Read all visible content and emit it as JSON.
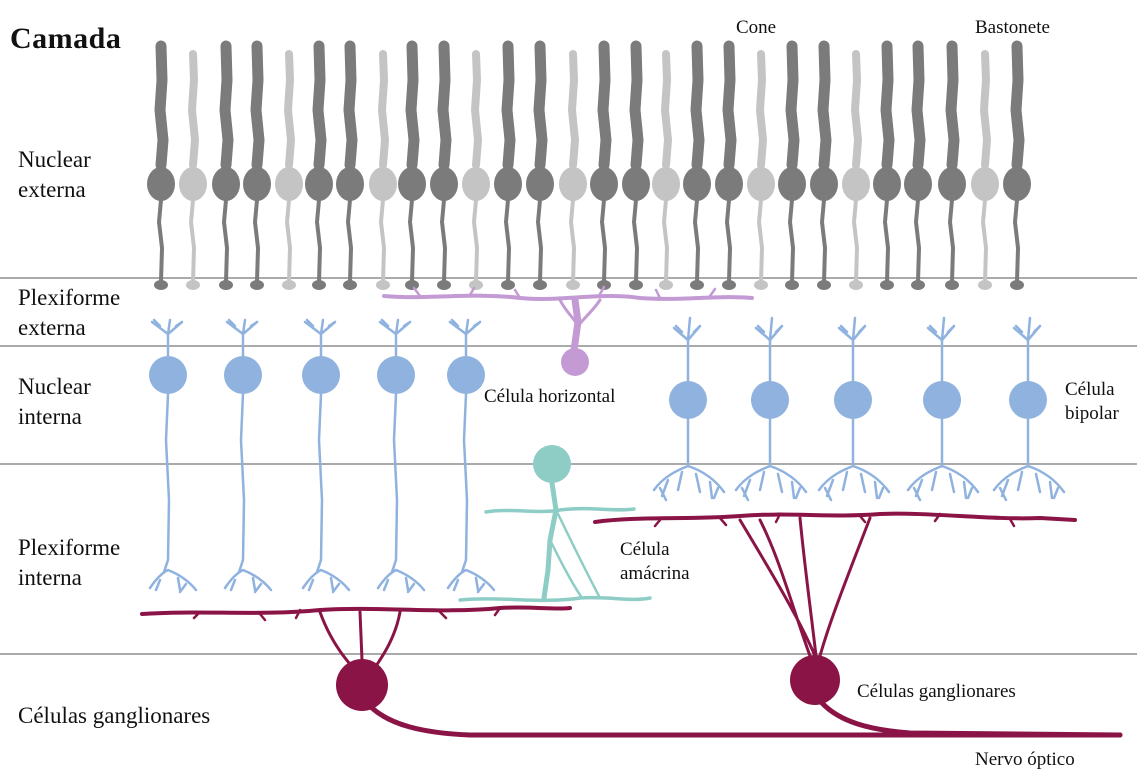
{
  "header": {
    "title": "Camada"
  },
  "layers": [
    {
      "id": "nuclear-externa",
      "line1": "Nuclear",
      "line2": "externa"
    },
    {
      "id": "plexiforme-externa",
      "line1": "Plexiforme",
      "line2": "externa"
    },
    {
      "id": "nuclear-interna",
      "line1": "Nuclear",
      "line2": "interna"
    },
    {
      "id": "plexiforme-interna",
      "line1": "Plexiforme",
      "line2": "interna"
    },
    {
      "id": "celulas-ganglionares",
      "line1": "Células ganglionares",
      "line2": ""
    }
  ],
  "cells": {
    "cone": "Cone",
    "bastonete": "Bastonete",
    "horizontal": "Célula horizontal",
    "bipolar_line1": "Célula",
    "bipolar_line2": "bipolar",
    "amacrina_line1": "Célula",
    "amacrina_line2": "amácrina",
    "ganglionares": "Células ganglionares",
    "nervo": "Nervo óptico"
  },
  "colors": {
    "photoreceptor_dark": "#7b7b7b",
    "photoreceptor_light": "#c4c4c4",
    "bipolar": "#8fb2df",
    "horizontal": "#c39ad4",
    "amacrine": "#8ecdc6",
    "ganglion": "#8a1446",
    "layer_line": "#777777"
  }
}
